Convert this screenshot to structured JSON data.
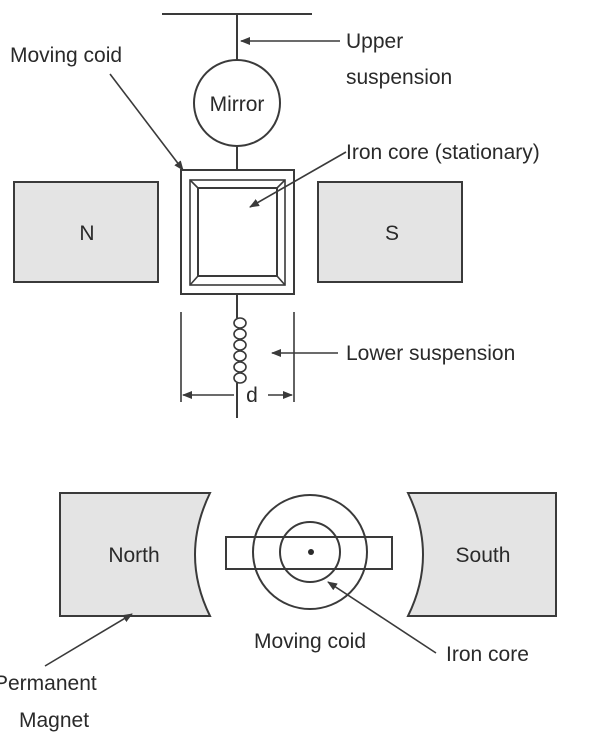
{
  "colors": {
    "magnet_fill": "#e4e4e4",
    "coil_fill": "#d8d8d8",
    "stroke": "#3a3a3a",
    "text": "#2a2a2a"
  },
  "top_diagram": {
    "moving_coil_label": "Moving coid",
    "upper_suspension_label_line1": "Upper",
    "upper_suspension_label_line2": "suspension",
    "mirror_label": "Mirror",
    "iron_core_label": "Iron core (stationary)",
    "north_pole_label": "N",
    "south_pole_label": "S",
    "lower_suspension_label": "Lower suspension",
    "width_label": "d"
  },
  "bottom_diagram": {
    "north_label": "North",
    "south_label": "South",
    "moving_coil_label": "Moving coid",
    "iron_core_label": "Iron core",
    "permanent_magnet_line1": "Permanent",
    "permanent_magnet_line2": "Magnet"
  }
}
